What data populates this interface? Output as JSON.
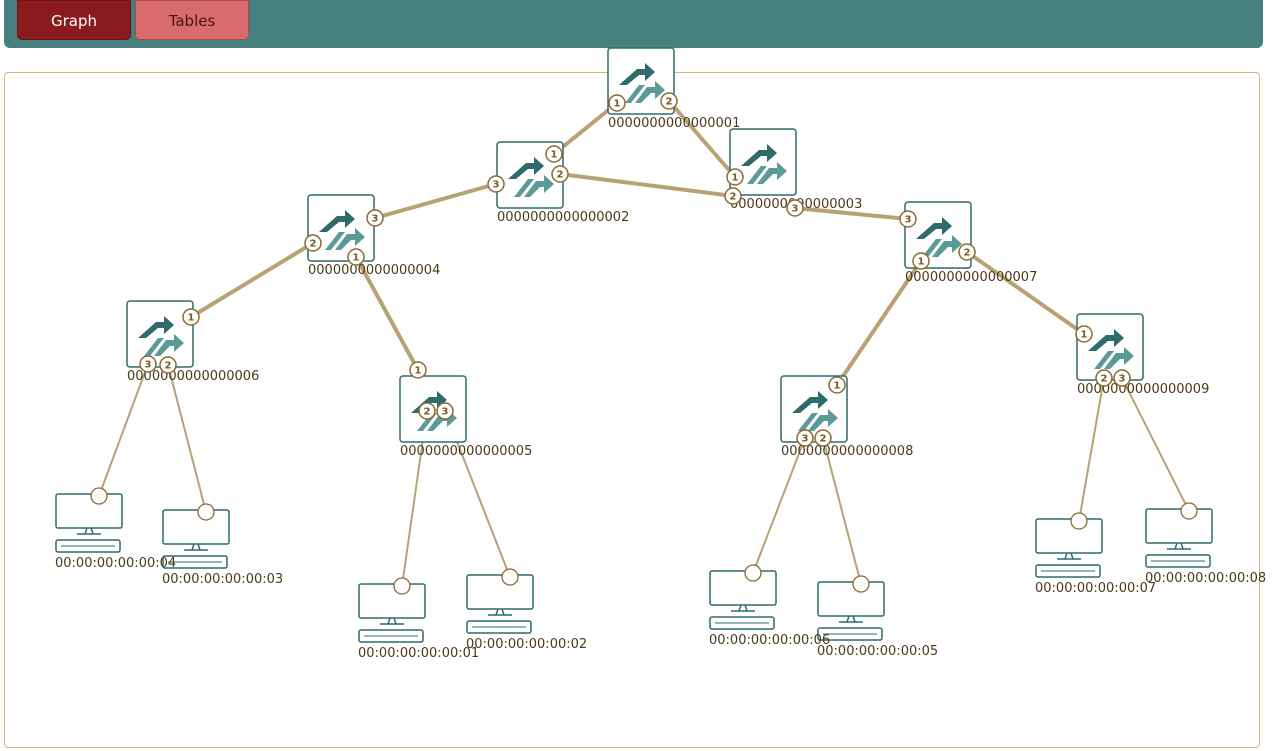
{
  "tabs": {
    "graph_label": "Graph",
    "tables_label": "Tables"
  },
  "colors": {
    "header": "#45807f",
    "active_tab": "#8a1a1d",
    "inactive_tab": "#d86c6c",
    "link": "#b8a274",
    "node_outline": "#2f6b6b",
    "panel_border": "#d8b778"
  },
  "topology": {
    "switches": [
      {
        "id": "0000000000000001",
        "icon": "switch-icon"
      },
      {
        "id": "0000000000000002",
        "icon": "switch-icon"
      },
      {
        "id": "0000000000000003",
        "icon": "switch-icon"
      },
      {
        "id": "0000000000000004",
        "icon": "switch-icon"
      },
      {
        "id": "0000000000000005",
        "icon": "switch-icon"
      },
      {
        "id": "0000000000000006",
        "icon": "switch-icon"
      },
      {
        "id": "0000000000000007",
        "icon": "switch-icon"
      },
      {
        "id": "0000000000000008",
        "icon": "switch-icon"
      },
      {
        "id": "0000000000000009",
        "icon": "switch-icon"
      }
    ],
    "hosts": [
      {
        "id": "00:00:00:00:00:01",
        "icon": "computer-icon"
      },
      {
        "id": "00:00:00:00:00:02",
        "icon": "computer-icon"
      },
      {
        "id": "00:00:00:00:00:03",
        "icon": "computer-icon"
      },
      {
        "id": "00:00:00:00:00:04",
        "icon": "computer-icon"
      },
      {
        "id": "00:00:00:00:00:05",
        "icon": "computer-icon"
      },
      {
        "id": "00:00:00:00:00:06",
        "icon": "computer-icon"
      },
      {
        "id": "00:00:00:00:00:07",
        "icon": "computer-icon"
      },
      {
        "id": "00:00:00:00:00:08",
        "icon": "computer-icon"
      }
    ],
    "switch_links": [
      {
        "a": "0000000000000001",
        "a_port": "1",
        "b": "0000000000000002",
        "b_port": "1"
      },
      {
        "a": "0000000000000001",
        "a_port": "2",
        "b": "0000000000000003",
        "b_port": "1"
      },
      {
        "a": "0000000000000002",
        "a_port": "2",
        "b": "0000000000000003",
        "b_port": "2"
      },
      {
        "a": "0000000000000002",
        "a_port": "3",
        "b": "0000000000000004",
        "b_port": "3"
      },
      {
        "a": "0000000000000003",
        "a_port": "3",
        "b": "0000000000000007",
        "b_port": "3"
      },
      {
        "a": "0000000000000004",
        "a_port": "2",
        "b": "0000000000000006",
        "b_port": "1"
      },
      {
        "a": "0000000000000004",
        "a_port": "1",
        "b": "0000000000000005",
        "b_port": "1"
      },
      {
        "a": "0000000000000007",
        "a_port": "1",
        "b": "0000000000000008",
        "b_port": "1"
      },
      {
        "a": "0000000000000007",
        "a_port": "2",
        "b": "0000000000000009",
        "b_port": "1"
      }
    ],
    "host_links": [
      {
        "switch": "0000000000000006",
        "port": "3",
        "host": "00:00:00:00:00:04"
      },
      {
        "switch": "0000000000000006",
        "port": "2",
        "host": "00:00:00:00:00:03"
      },
      {
        "switch": "0000000000000005",
        "port": "2",
        "host": "00:00:00:00:00:01"
      },
      {
        "switch": "0000000000000005",
        "port": "3",
        "host": "00:00:00:00:00:02"
      },
      {
        "switch": "0000000000000008",
        "port": "3",
        "host": "00:00:00:00:00:06"
      },
      {
        "switch": "0000000000000008",
        "port": "2",
        "host": "00:00:00:00:00:05"
      },
      {
        "switch": "0000000000000009",
        "port": "2",
        "host": "00:00:00:00:00:07"
      },
      {
        "switch": "0000000000000009",
        "port": "3",
        "host": "00:00:00:00:00:08"
      }
    ]
  }
}
